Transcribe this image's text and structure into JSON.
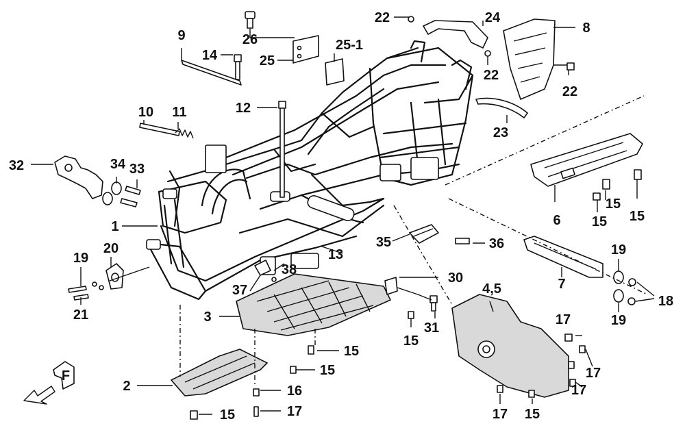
{
  "diagram": {
    "callouts": [
      {
        "id": "c1",
        "text": "1"
      },
      {
        "id": "c2",
        "text": "2"
      },
      {
        "id": "c3",
        "text": "3"
      },
      {
        "id": "c45",
        "text": "4,5"
      },
      {
        "id": "c6",
        "text": "6"
      },
      {
        "id": "c7",
        "text": "7"
      },
      {
        "id": "c8",
        "text": "8"
      },
      {
        "id": "c9",
        "text": "9"
      },
      {
        "id": "c10",
        "text": "10"
      },
      {
        "id": "c11",
        "text": "11"
      },
      {
        "id": "c12",
        "text": "12"
      },
      {
        "id": "c13",
        "text": "13"
      },
      {
        "id": "c14",
        "text": "14"
      },
      {
        "id": "c15a",
        "text": "15"
      },
      {
        "id": "c15b",
        "text": "15"
      },
      {
        "id": "c15c",
        "text": "15"
      },
      {
        "id": "c15d",
        "text": "15"
      },
      {
        "id": "c15e",
        "text": "15"
      },
      {
        "id": "c15f",
        "text": "15"
      },
      {
        "id": "c15g",
        "text": "15"
      },
      {
        "id": "c15h",
        "text": "15"
      },
      {
        "id": "c16",
        "text": "16"
      },
      {
        "id": "c17a",
        "text": "17"
      },
      {
        "id": "c17b",
        "text": "17"
      },
      {
        "id": "c17c",
        "text": "17"
      },
      {
        "id": "c17d",
        "text": "17"
      },
      {
        "id": "c17e",
        "text": "17"
      },
      {
        "id": "c18",
        "text": "18"
      },
      {
        "id": "c19a",
        "text": "19"
      },
      {
        "id": "c19b",
        "text": "19"
      },
      {
        "id": "c19c",
        "text": "19"
      },
      {
        "id": "c20",
        "text": "20"
      },
      {
        "id": "c21",
        "text": "21"
      },
      {
        "id": "c22a",
        "text": "22"
      },
      {
        "id": "c22b",
        "text": "22"
      },
      {
        "id": "c22c",
        "text": "22"
      },
      {
        "id": "c23",
        "text": "23"
      },
      {
        "id": "c24",
        "text": "24"
      },
      {
        "id": "c25",
        "text": "25"
      },
      {
        "id": "c251",
        "text": "25-1"
      },
      {
        "id": "c26",
        "text": "26"
      },
      {
        "id": "c30",
        "text": "30"
      },
      {
        "id": "c31",
        "text": "31"
      },
      {
        "id": "c32",
        "text": "32"
      },
      {
        "id": "c33",
        "text": "33"
      },
      {
        "id": "c34",
        "text": "34"
      },
      {
        "id": "c35",
        "text": "35"
      },
      {
        "id": "c36",
        "text": "36"
      },
      {
        "id": "c37",
        "text": "37"
      },
      {
        "id": "c38",
        "text": "38"
      }
    ],
    "direction_marker": "F"
  }
}
